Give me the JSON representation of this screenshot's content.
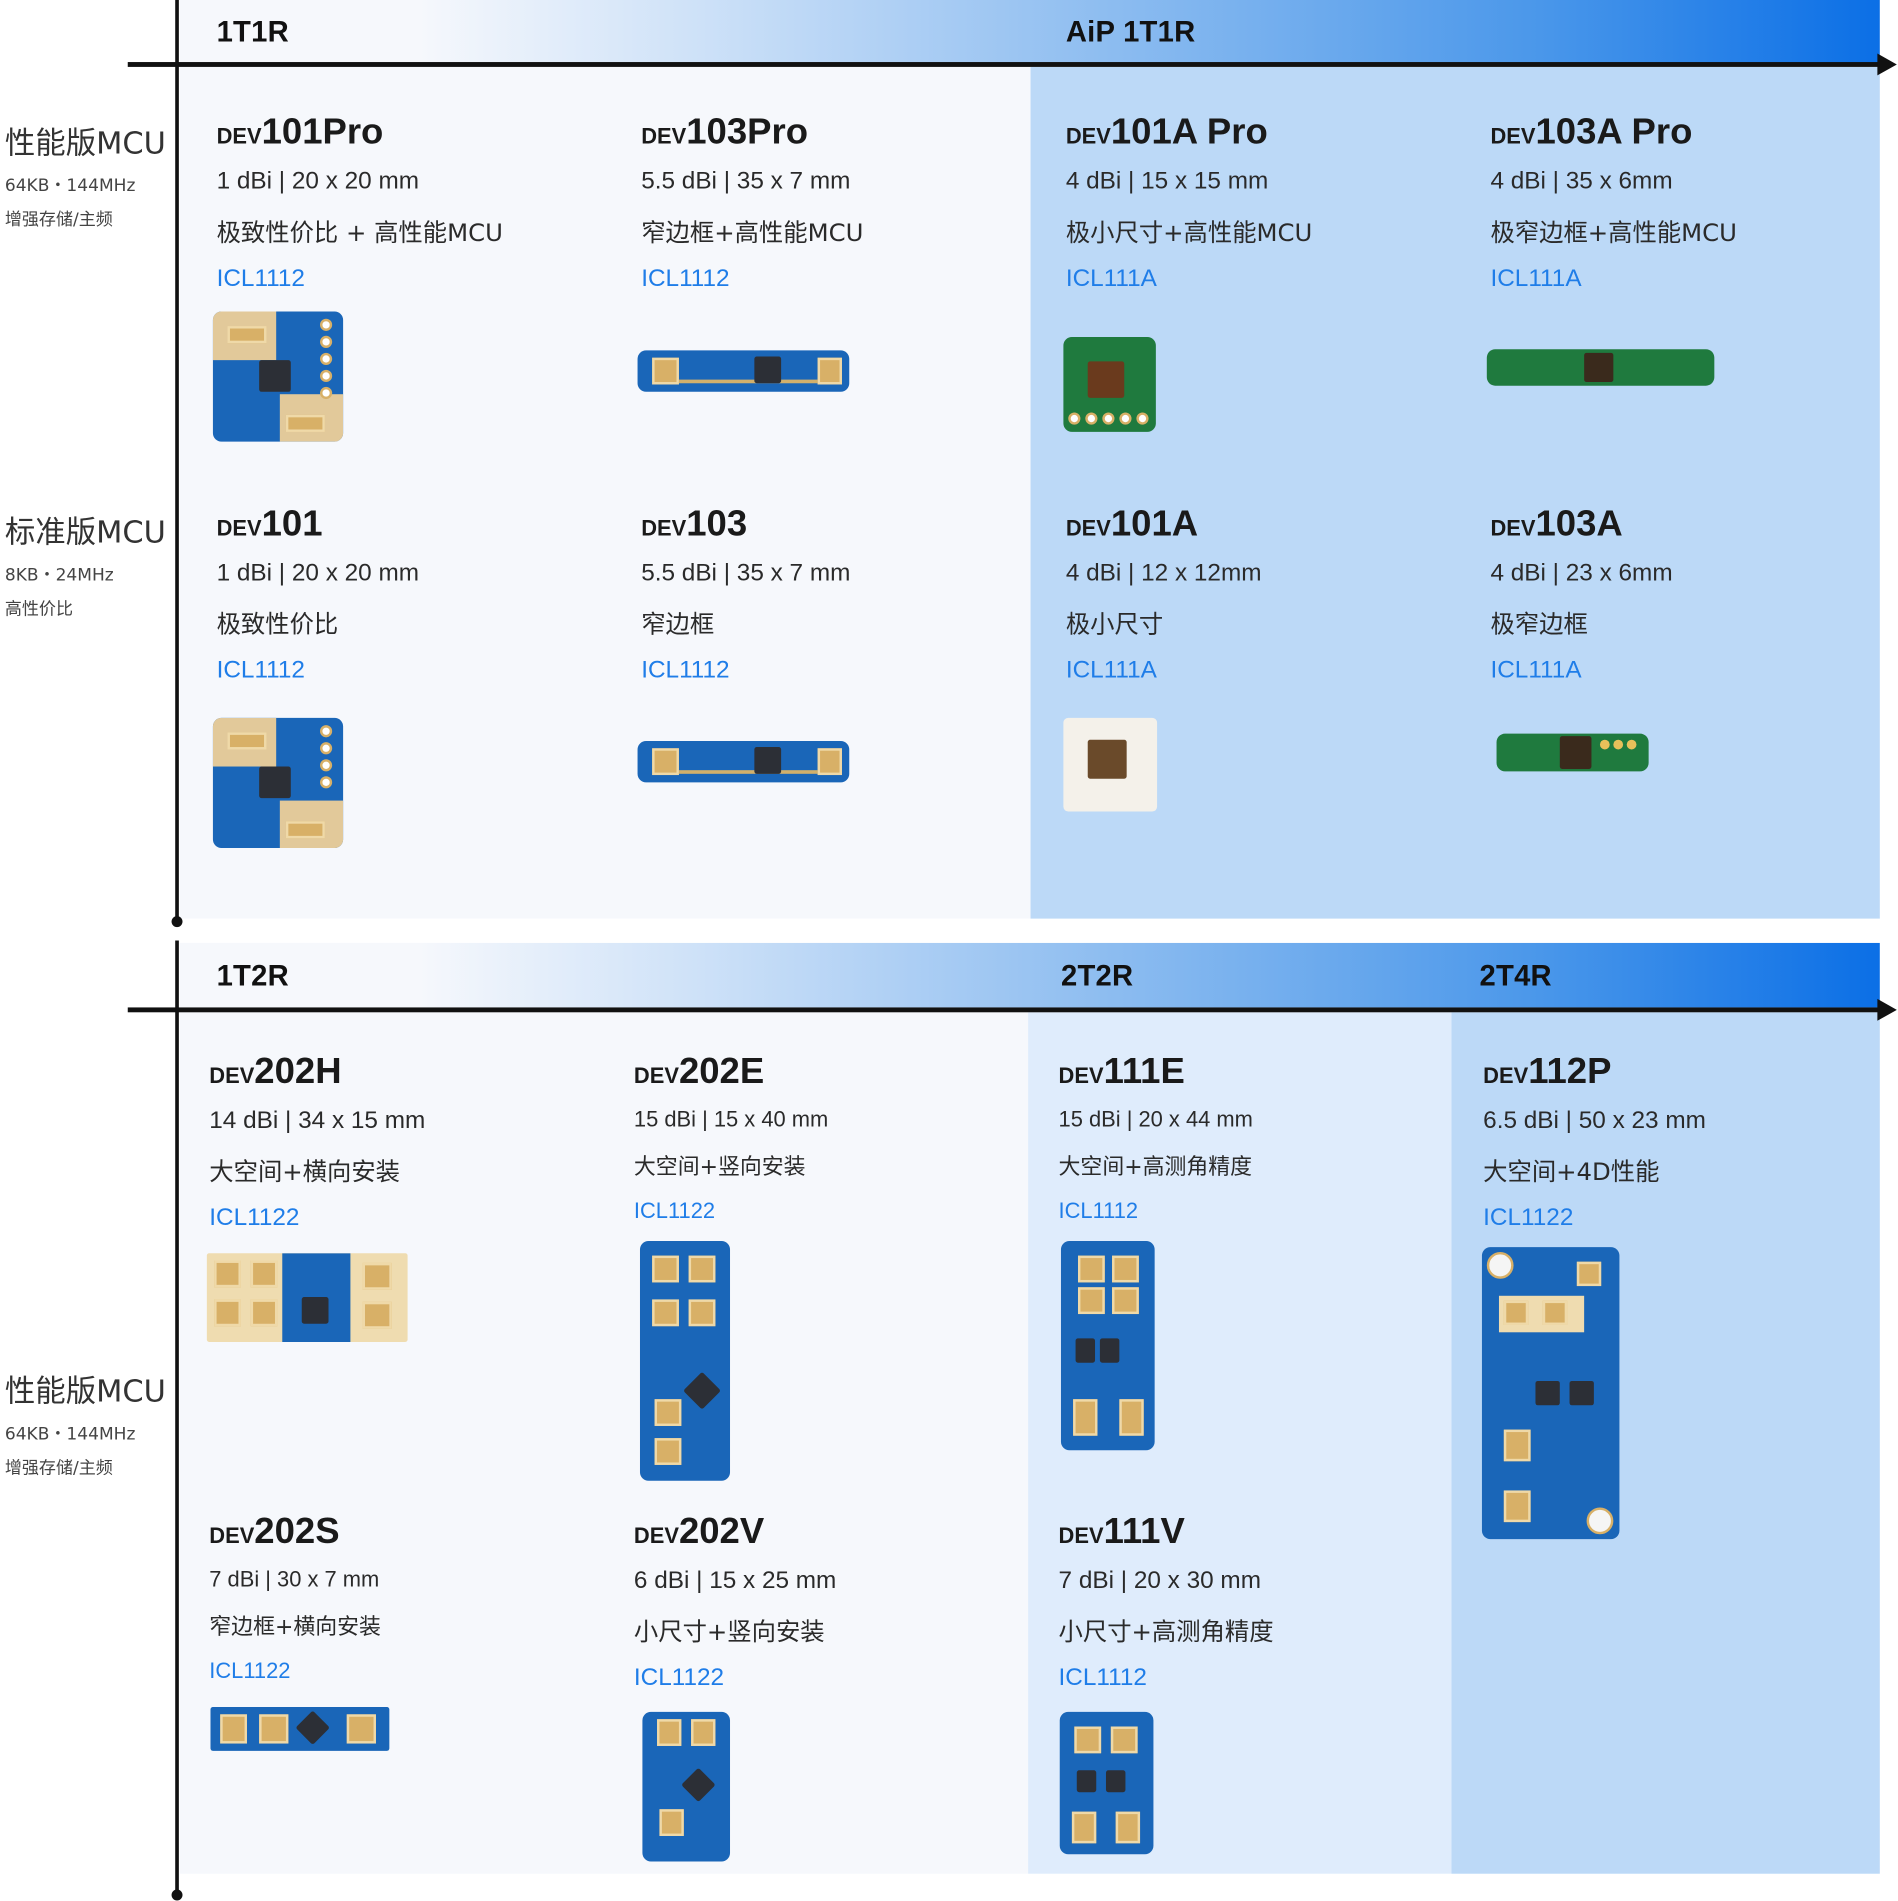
{
  "top_section": {
    "bands": [
      {
        "label": "1T1R"
      },
      {
        "label": "AiP 1T1R"
      }
    ],
    "rows": [
      {
        "title": "性能版MCU",
        "spec": "64KB・144MHz",
        "note": "增强存储/主频"
      },
      {
        "title": "标准版MCU",
        "spec": "8KB・24MHz",
        "note": "高性价比"
      }
    ],
    "cards": [
      {
        "prefix": "DEV",
        "model": "101Pro",
        "spec": "1 dBi | 20 x 20 mm",
        "feature": "极致性价比 + 高性能MCU",
        "chip": "ICL1112",
        "board": "square-blue-gold"
      },
      {
        "prefix": "DEV",
        "model": "103Pro",
        "spec": "5.5 dBi | 35 x 7 mm",
        "feature": "窄边框+高性能MCU",
        "chip": "ICL1112",
        "board": "strip-blue"
      },
      {
        "prefix": "DEV",
        "model": "101A Pro",
        "spec": "4 dBi | 15 x 15 mm",
        "feature": "极小尺寸+高性能MCU",
        "chip": "ICL111A",
        "board": "square-green"
      },
      {
        "prefix": "DEV",
        "model": "103A Pro",
        "spec": "4 dBi | 35 x 6mm",
        "feature": "极窄边框+高性能MCU",
        "chip": "ICL111A",
        "board": "strip-green"
      },
      {
        "prefix": "DEV",
        "model": "101",
        "spec": "1 dBi | 20 x 20 mm",
        "feature": "极致性价比",
        "chip": "ICL1112",
        "board": "square-blue-gold"
      },
      {
        "prefix": "DEV",
        "model": "103",
        "spec": "5.5 dBi | 35 x 7 mm",
        "feature": "窄边框",
        "chip": "ICL1112",
        "board": "strip-blue"
      },
      {
        "prefix": "DEV",
        "model": "101A",
        "spec": "4 dBi | 12 x 12mm",
        "feature": "极小尺寸",
        "chip": "ICL111A",
        "board": "square-white"
      },
      {
        "prefix": "DEV",
        "model": "103A",
        "spec": "4 dBi | 23 x 6mm",
        "feature": "极窄边框",
        "chip": "ICL111A",
        "board": "strip-green-short"
      }
    ]
  },
  "bottom_section": {
    "bands": [
      {
        "label": "1T2R"
      },
      {
        "label": "2T2R"
      },
      {
        "label": "2T4R"
      }
    ],
    "rows": [
      {
        "title": "性能版MCU",
        "spec": "64KB・144MHz",
        "note": "增强存储/主频"
      }
    ],
    "cards": [
      {
        "prefix": "DEV",
        "model": "202H",
        "spec": "14 dBi | 34 x 15 mm",
        "feature": "大空间+横向安装",
        "chip": "ICL1122",
        "board": "wide-gold-blue"
      },
      {
        "prefix": "DEV",
        "model": "202E",
        "spec": "15 dBi | 15 x 40 mm",
        "feature": "大空间+竖向安装",
        "chip": "ICL1122",
        "board": "tall-blue"
      },
      {
        "prefix": "DEV",
        "model": "111E",
        "spec": "15 dBi | 20 x 44 mm",
        "feature": "大空间+高测角精度",
        "chip": "ICL1112",
        "board": "tall-blue-2ic"
      },
      {
        "prefix": "DEV",
        "model": "112P",
        "spec": "6.5 dBi | 50 x 23 mm",
        "feature": "大空间+4D性能",
        "chip": "ICL1122",
        "board": "large-blue"
      },
      {
        "prefix": "DEV",
        "model": "202S",
        "spec": "7 dBi | 30 x 7 mm",
        "feature": "窄边框+横向安装",
        "chip": "ICL1122",
        "board": "strip-gold-blue"
      },
      {
        "prefix": "DEV",
        "model": "202V",
        "spec": "6 dBi | 15 x 25 mm",
        "feature": "小尺寸+竖向安装",
        "chip": "ICL1122",
        "board": "small-blue"
      },
      {
        "prefix": "DEV",
        "model": "111V",
        "spec": "7 dBi | 20 x 30 mm",
        "feature": "小尺寸+高测角精度",
        "chip": "ICL1112",
        "board": "small-blue-2ic"
      }
    ]
  },
  "colors": {
    "axis": "#111111",
    "panel_light": "#f6f8fc",
    "panel_mid": "#dfecfc",
    "panel_blue": "#bcd9f7",
    "band_end": "#0b6fe6",
    "chip_link": "#1f7de8",
    "pcb_blue": "#1560b0",
    "pcb_green": "#1f7a3e",
    "pcb_gold": "#d8b067"
  }
}
